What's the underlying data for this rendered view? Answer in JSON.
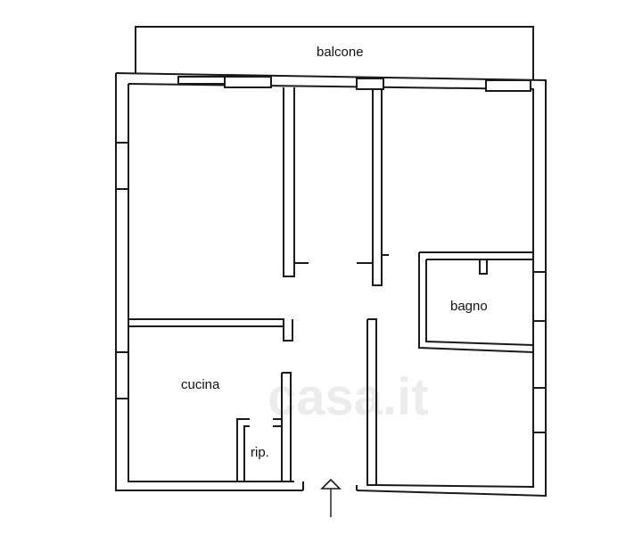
{
  "rooms": {
    "balcony": "balcone",
    "kitchen": "cucina",
    "bathroom": "bagno",
    "storage": "rip."
  },
  "watermark": "casa.it",
  "colors": {
    "ink": "#1a1a1a",
    "background": "#ffffff"
  }
}
